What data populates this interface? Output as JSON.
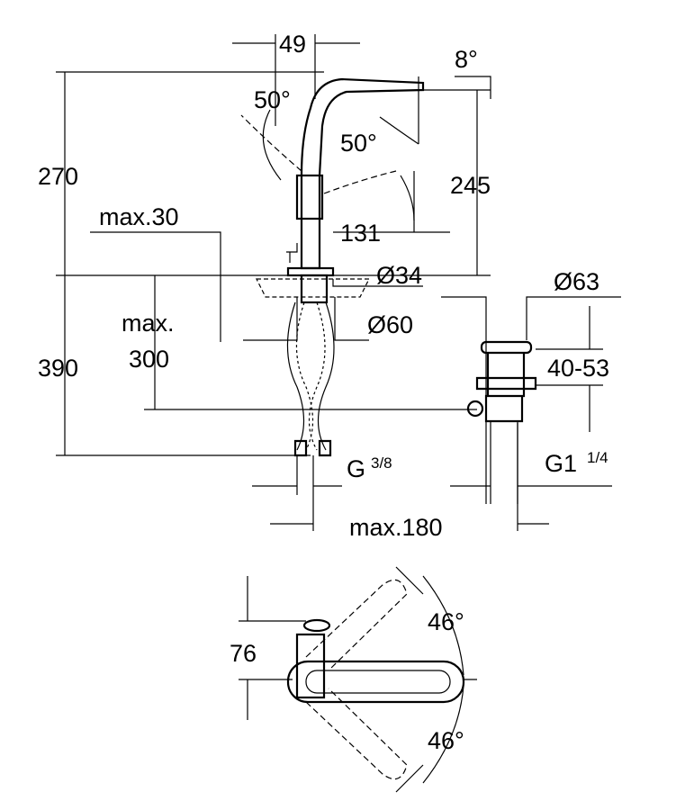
{
  "title": "Basin mixer dimension drawing",
  "dimensions": {
    "spout_offset": "49",
    "spout_angle": "8°",
    "lever_angle_back": "50°",
    "lever_angle_front": "50°",
    "total_height": "270",
    "spout_height": "245",
    "max_deck_thickness": "max.30",
    "lever_reach": "131",
    "hole_diameter": "Ø34",
    "waste_diameter": "Ø63",
    "max_under_line1": "max.",
    "max_under_line2": "300",
    "base_diameter": "Ø60",
    "hose_length": "390",
    "waste_range": "40-53",
    "inlet_thread_main": "G",
    "inlet_thread_frac": "3/8",
    "waste_thread_main": "G1",
    "waste_thread_frac": "1/4",
    "waste_distance": "max.180",
    "plan_depth": "76",
    "plan_angle_top": "46°",
    "plan_angle_bottom": "46°"
  }
}
